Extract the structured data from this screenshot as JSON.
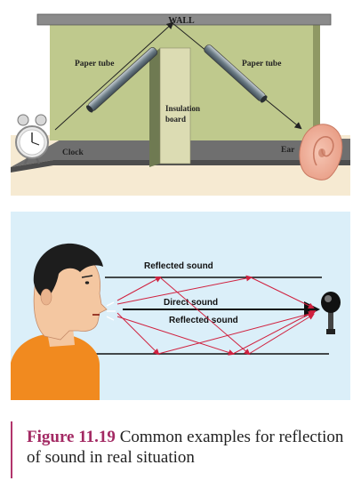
{
  "figure1": {
    "wall_label": "WALL",
    "left_tube_label": "Paper tube",
    "right_tube_label": "Paper tube",
    "board_label_line1": "Insulation",
    "board_label_line2": "board",
    "clock_label": "Clock",
    "ear_label": "Ear"
  },
  "figure2": {
    "reflected_top_label": "Reflected sound",
    "direct_label": "Direct sound",
    "reflected_bottom_label": "Reflected sound"
  },
  "caption": {
    "label": "Figure 11.19",
    "text": "Common examples for reflection of sound in real situation"
  },
  "colors": {
    "wall_green": "#bfc98d",
    "floor_beige": "#f6ead2",
    "panel_blue": "#dbeff9",
    "ray_red": "#d0213f",
    "skin": "#f4c7a1",
    "shirt": "#f18a1f",
    "caption_accent": "#a32963"
  }
}
